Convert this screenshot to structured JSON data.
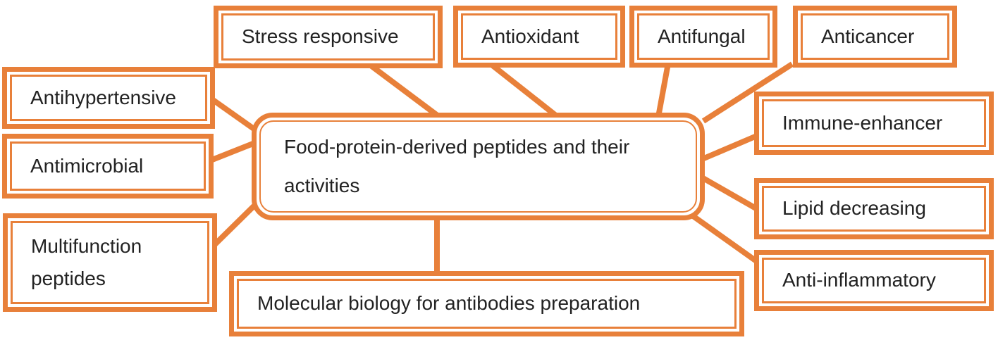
{
  "diagram": {
    "type": "concept-map",
    "center": {
      "id": "center",
      "label": "Food-protein-derived peptides and their activities"
    },
    "nodes": [
      {
        "id": "stress-responsive",
        "label": "Stress responsive"
      },
      {
        "id": "antioxidant",
        "label": "Antioxidant"
      },
      {
        "id": "antifungal",
        "label": "Antifungal"
      },
      {
        "id": "anticancer",
        "label": "Anticancer"
      },
      {
        "id": "antihypertensive",
        "label": "Antihypertensive"
      },
      {
        "id": "antimicrobial",
        "label": "Antimicrobial"
      },
      {
        "id": "multifunction-peptides",
        "label": "Multifunction peptides"
      },
      {
        "id": "immune-enhancer",
        "label": "Immune-enhancer"
      },
      {
        "id": "lipid-decreasing",
        "label": "Lipid decreasing"
      },
      {
        "id": "anti-inflammatory",
        "label": "Anti-inflammatory"
      },
      {
        "id": "molecular-biology",
        "label": "Molecular biology for antibodies preparation"
      }
    ],
    "edges": [
      {
        "from": "center",
        "to": "stress-responsive"
      },
      {
        "from": "center",
        "to": "antioxidant"
      },
      {
        "from": "center",
        "to": "antifungal"
      },
      {
        "from": "center",
        "to": "anticancer"
      },
      {
        "from": "center",
        "to": "antihypertensive"
      },
      {
        "from": "center",
        "to": "antimicrobial"
      },
      {
        "from": "center",
        "to": "multifunction-peptides"
      },
      {
        "from": "center",
        "to": "immune-enhancer"
      },
      {
        "from": "center",
        "to": "lipid-decreasing"
      },
      {
        "from": "center",
        "to": "anti-inflammatory"
      },
      {
        "from": "center",
        "to": "molecular-biology"
      }
    ],
    "colors": {
      "accent": "#E8803A",
      "text": "#222222",
      "background": "#FFFFFF"
    }
  }
}
